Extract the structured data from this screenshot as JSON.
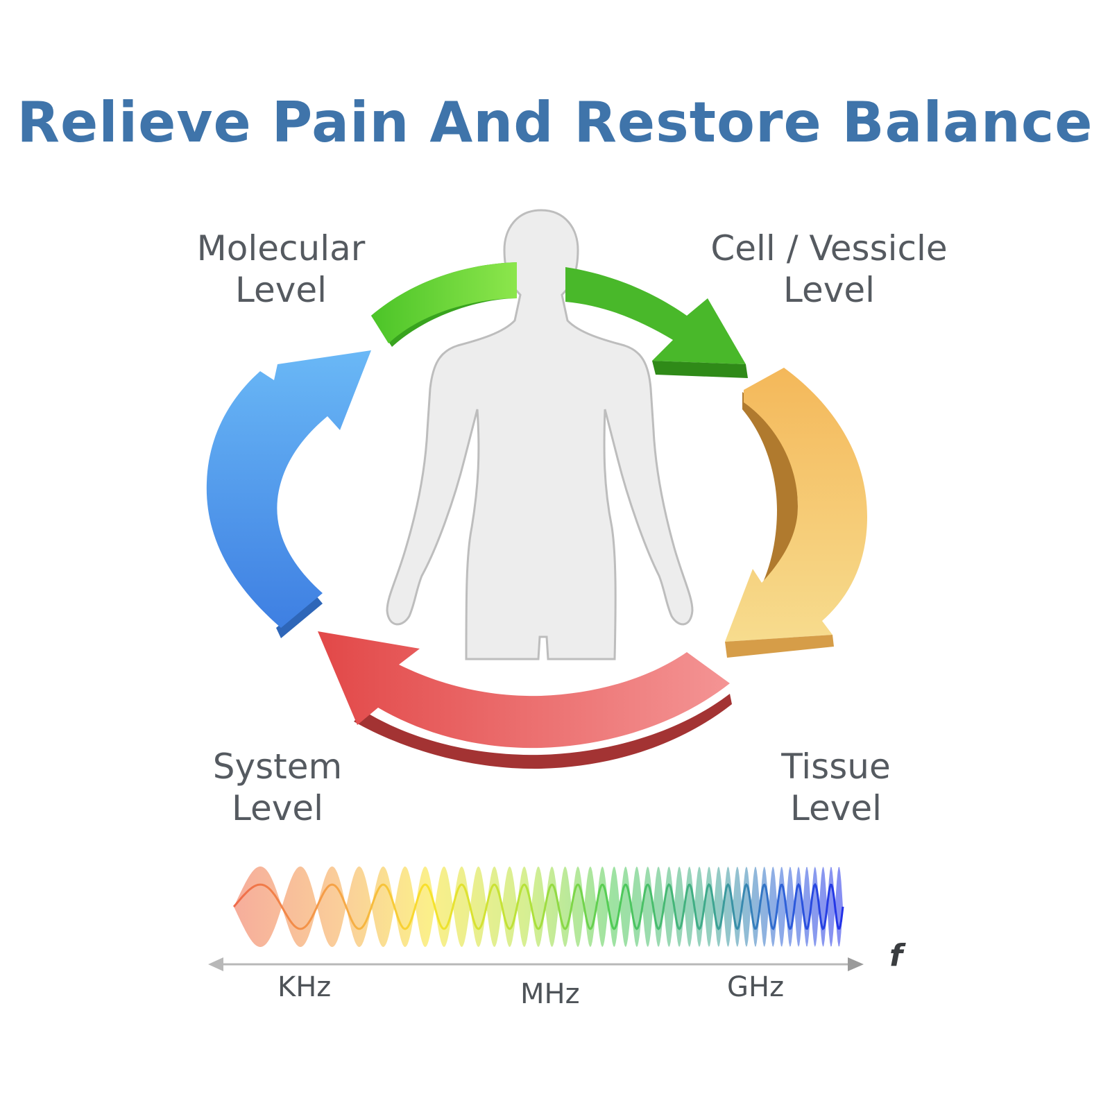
{
  "title": "Relieve Pain And Restore Balance",
  "levels": {
    "molecular": {
      "line1": "Molecular",
      "line2": "Level"
    },
    "cell": {
      "line1": "Cell / Vessicle",
      "line2": "Level"
    },
    "system": {
      "line1": "System",
      "line2": "Level"
    },
    "tissue": {
      "line1": "Tissue",
      "line2": "Level"
    }
  },
  "frequency_axis": {
    "labels": [
      "KHz",
      "MHz",
      "GHz"
    ],
    "symbol": "f"
  },
  "colors": {
    "title": "#3f74aa",
    "green_arrow": "#5fd33a",
    "yellow_arrow": "#f3c56a",
    "red_arrow": "#e95a5a",
    "blue_arrow": "#5aa6ee",
    "body": "#ededed"
  }
}
